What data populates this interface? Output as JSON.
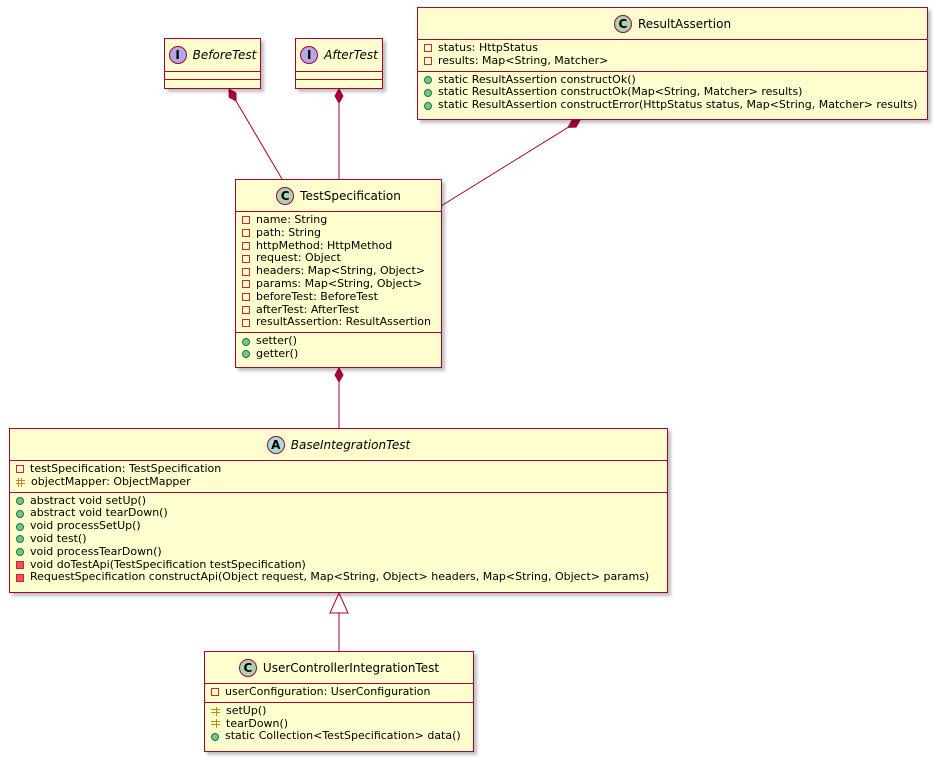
{
  "classes": {
    "before_test": {
      "kind": "I",
      "name": "BeforeTest",
      "fields": [],
      "methods": []
    },
    "after_test": {
      "kind": "I",
      "name": "AfterTest",
      "fields": [],
      "methods": []
    },
    "result_assertion": {
      "kind": "C",
      "name": "ResultAssertion",
      "fields": [
        {
          "vis": "private",
          "text": "status: HttpStatus"
        },
        {
          "vis": "private",
          "text": "results: Map<String, Matcher>"
        }
      ],
      "methods": [
        {
          "vis": "public",
          "text": "static ResultAssertion constructOk()"
        },
        {
          "vis": "public",
          "text": "static ResultAssertion constructOk(Map<String, Matcher> results)"
        },
        {
          "vis": "public",
          "text": "static ResultAssertion constructError(HttpStatus status, Map<String, Matcher> results)"
        }
      ]
    },
    "test_specification": {
      "kind": "C",
      "name": "TestSpecification",
      "fields": [
        {
          "vis": "private",
          "text": "name: String"
        },
        {
          "vis": "private",
          "text": "path: String"
        },
        {
          "vis": "private",
          "text": "httpMethod: HttpMethod"
        },
        {
          "vis": "private",
          "text": "request: Object"
        },
        {
          "vis": "private",
          "text": "headers: Map<String, Object>"
        },
        {
          "vis": "private",
          "text": "params: Map<String, Object>"
        },
        {
          "vis": "private",
          "text": "beforeTest: BeforeTest"
        },
        {
          "vis": "private",
          "text": "afterTest: AfterTest"
        },
        {
          "vis": "private",
          "text": "resultAssertion: ResultAssertion"
        }
      ],
      "methods": [
        {
          "vis": "public",
          "text": "setter()"
        },
        {
          "vis": "public",
          "text": "getter()"
        }
      ]
    },
    "base_integration_test": {
      "kind": "A",
      "name": "BaseIntegrationTest",
      "fields": [
        {
          "vis": "private",
          "text": "testSpecification: TestSpecification"
        },
        {
          "vis": "protected",
          "text": "objectMapper: ObjectMapper"
        }
      ],
      "methods": [
        {
          "vis": "public",
          "text": "abstract void setUp()"
        },
        {
          "vis": "public",
          "text": "abstract void tearDown()"
        },
        {
          "vis": "public",
          "text": "void processSetUp()"
        },
        {
          "vis": "public",
          "text": "void test()"
        },
        {
          "vis": "public",
          "text": "void processTearDown()"
        },
        {
          "vis": "private",
          "text": "void doTestApi(TestSpecification testSpecification)"
        },
        {
          "vis": "private",
          "text": "RequestSpecification constructApi(Object request, Map<String, Object> headers, Map<String, Object> params)"
        }
      ]
    },
    "user_controller_integration_test": {
      "kind": "C",
      "name": "UserControllerIntegrationTest",
      "fields": [
        {
          "vis": "private",
          "text": "userConfiguration: UserConfiguration"
        }
      ],
      "methods": [
        {
          "vis": "protected",
          "text": "setUp()"
        },
        {
          "vis": "protected",
          "text": "tearDown()"
        },
        {
          "vis": "public",
          "text": "static Collection<TestSpecification> data()"
        }
      ]
    }
  },
  "relations": [
    {
      "from": "before_test",
      "to": "test_specification",
      "type": "composition"
    },
    {
      "from": "after_test",
      "to": "test_specification",
      "type": "composition"
    },
    {
      "from": "result_assertion",
      "to": "test_specification",
      "type": "composition"
    },
    {
      "from": "test_specification",
      "to": "base_integration_test",
      "type": "composition"
    },
    {
      "from": "user_controller_integration_test",
      "to": "base_integration_test",
      "type": "inheritance"
    }
  ],
  "colors": {
    "border": "#A80036",
    "fill": "#FEFECE",
    "class_circle": "#ADD1B2",
    "interface_circle": "#B4A7E5",
    "abstract_circle": "#A9DCDF"
  }
}
